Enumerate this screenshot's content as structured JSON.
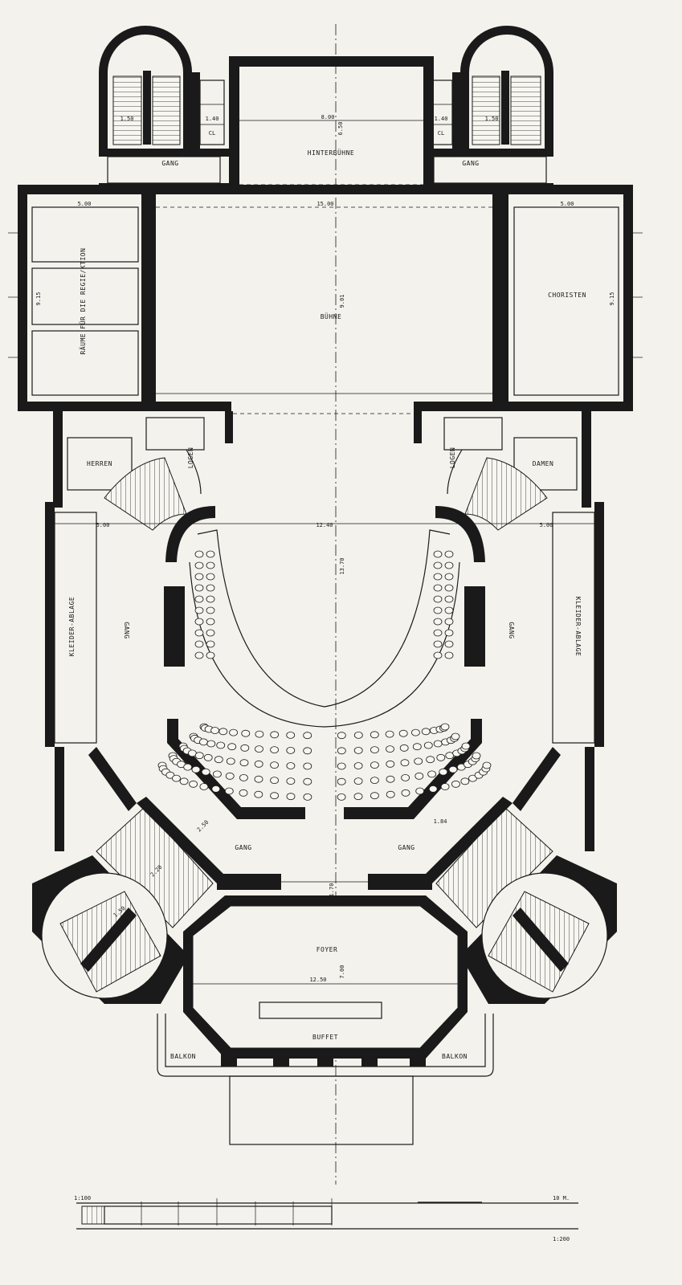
{
  "rooms": {
    "hinterbuehne": "HINTERBÜHNE",
    "buehne": "BÜHNE",
    "choristen": "CHORISTEN",
    "raeume_regie": "RÄUME FÜR DIE REGIE/KTION",
    "herren": "HERREN",
    "damen": "DAMEN",
    "logen_left": "LOGEN",
    "logen_right": "LOGEN",
    "kleiderablage_left": "KLEIDER-ABLAGE",
    "kleiderablage_right": "KLEIDER-ABLAGE",
    "gang_left": "GANG",
    "gang_right": "GANG",
    "gang_low_left": "GANG",
    "gang_low_right": "GANG",
    "gang_top_left": "GANG",
    "gang_top_right": "GANG",
    "foyer": "FOYER",
    "buffet": "BUFFET",
    "balkon_left": "BALKON",
    "balkon_right": "BALKON"
  },
  "dimensions": {
    "hinterbuehne_width": "8.00",
    "hinterbuehne_depth": "6.50",
    "buehne_width": "15.00",
    "buehne_depth": "9.01",
    "left_rooms_width": "5.00",
    "left_rooms_depth": "9.15",
    "choristen_width": "5.00",
    "choristen_depth": "9.15",
    "stair_top_left": "1.50",
    "stair_top_right": "1.50",
    "wc_left": "1.40",
    "wc_right": "1.40",
    "parkett_width": "12.40",
    "parkett_depth": "13.70",
    "gang_width_left": "5.00",
    "gang_width_right": "5.00",
    "gang_low": "2.50",
    "gang_low_right": "1.84",
    "vestibule": "1.70",
    "stair_low_left": "2.20",
    "stair_low_left_2": "1.50",
    "foyer_width": "12.50",
    "foyer_depth": "7.00"
  },
  "scale": {
    "left_label": "1:100",
    "right_label": "10 M.",
    "ratio": "1:200"
  },
  "markers": {
    "wc": "CL"
  }
}
